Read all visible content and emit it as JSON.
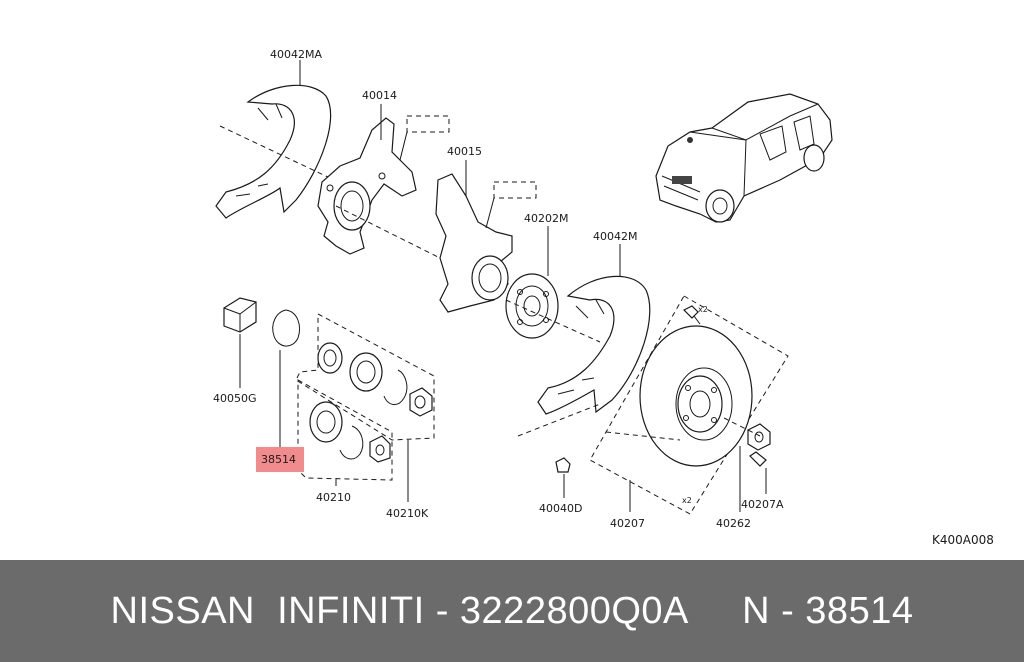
{
  "colors": {
    "highlight": "#f28c8c",
    "footer_bg": "#6b6b6b",
    "footer_text": "#ffffff"
  },
  "parts": {
    "p40042MA": "40042MA",
    "p40014": "40014",
    "p40015": "40015",
    "p40202M": "40202M",
    "p40042M": "40042M",
    "p40050G": "40050G",
    "p38514": "38514",
    "p40210": "40210",
    "p40210K": "40210K",
    "p40040D": "40040D",
    "p40207": "40207",
    "p40262": "40262",
    "p40207A": "40207A"
  },
  "figure_ref": "K400A008",
  "marks": {
    "x2": "x2"
  },
  "footer": {
    "text": "NISSAN  INFINITI - 3222800Q0A     N - 38514"
  }
}
